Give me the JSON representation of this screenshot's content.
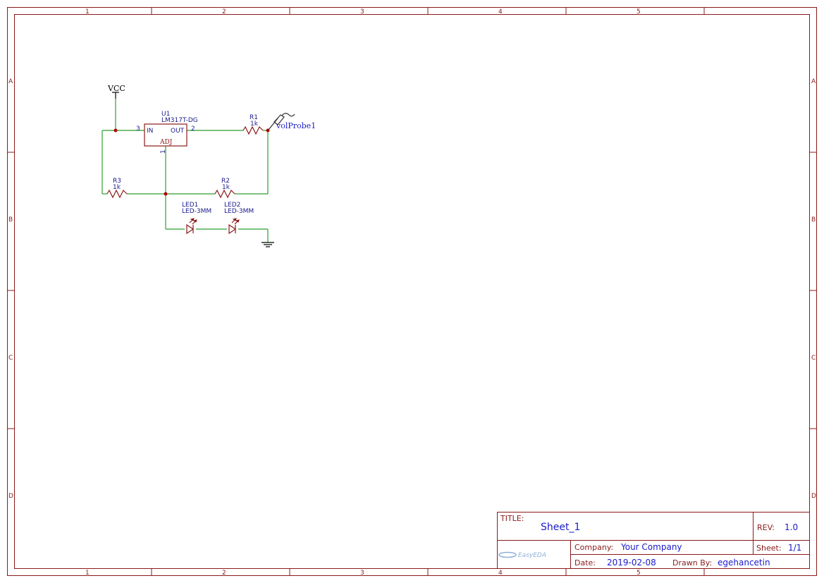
{
  "border": {
    "columns": [
      "1",
      "2",
      "3",
      "4",
      "5"
    ],
    "rows": [
      "A",
      "B",
      "C",
      "D"
    ]
  },
  "schematic": {
    "power": {
      "label": "VCC"
    },
    "regulator": {
      "designator": "U1",
      "part": "LM317T-DG",
      "pin_in_name": "IN",
      "pin_out_name": "OUT",
      "pin_adj_name": "ADJ",
      "pin_in_num": "3",
      "pin_out_num": "2",
      "pin_adj_num": "1"
    },
    "r1": {
      "designator": "R1",
      "value": "1k"
    },
    "r2": {
      "designator": "R2",
      "value": "1k"
    },
    "r3": {
      "designator": "R3",
      "value": "1k"
    },
    "led1": {
      "designator": "LED1",
      "value": "LED-3MM"
    },
    "led2": {
      "designator": "LED2",
      "value": "LED-3MM"
    },
    "probe": {
      "label": "volProbe1"
    }
  },
  "title_block": {
    "title_label": "TITLE:",
    "title": "Sheet_1",
    "rev_label": "REV:",
    "rev": "1.0",
    "company_label": "Company:",
    "company": "Your Company",
    "sheet_label": "Sheet:",
    "sheet": "1/1",
    "date_label": "Date:",
    "date": "2019-02-08",
    "drawn_by_label": "Drawn By:",
    "drawn_by": "egehancetin",
    "logo": "EasyEDA"
  },
  "colors": {
    "frame": "#8b1a1a",
    "wire": "#2e9e2e",
    "text_blue": "#1a1acc",
    "junction": "#b00000"
  }
}
